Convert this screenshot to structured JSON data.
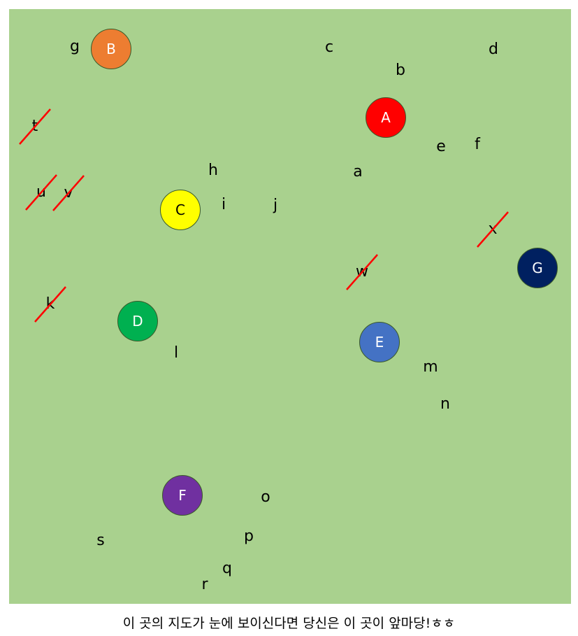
{
  "nodes": [
    {
      "key": "A",
      "label": "A",
      "color": "#ff0000",
      "dark": false
    },
    {
      "key": "B",
      "label": "B",
      "color": "#ed7d31",
      "dark": false
    },
    {
      "key": "C",
      "label": "C",
      "color": "#ffff00",
      "dark": true
    },
    {
      "key": "D",
      "label": "D",
      "color": "#00b050",
      "dark": false
    },
    {
      "key": "E",
      "label": "E",
      "color": "#4472c4",
      "dark": false
    },
    {
      "key": "F",
      "label": "F",
      "color": "#7030a0",
      "dark": false
    },
    {
      "key": "G",
      "label": "G",
      "color": "#002060",
      "dark": false
    }
  ],
  "letters": [
    {
      "key": "a",
      "text": "a",
      "crossed": false
    },
    {
      "key": "b",
      "text": "b",
      "crossed": false
    },
    {
      "key": "c",
      "text": "c",
      "crossed": false
    },
    {
      "key": "d",
      "text": "d",
      "crossed": false
    },
    {
      "key": "e",
      "text": "e",
      "crossed": false
    },
    {
      "key": "f",
      "text": "f",
      "crossed": false
    },
    {
      "key": "g",
      "text": "g",
      "crossed": false
    },
    {
      "key": "h",
      "text": "h",
      "crossed": false
    },
    {
      "key": "i",
      "text": "i",
      "crossed": false
    },
    {
      "key": "j",
      "text": "j",
      "crossed": false
    },
    {
      "key": "k",
      "text": "k",
      "crossed": true
    },
    {
      "key": "l",
      "text": "l",
      "crossed": false
    },
    {
      "key": "m",
      "text": "m",
      "crossed": false
    },
    {
      "key": "n",
      "text": "n",
      "crossed": false
    },
    {
      "key": "o",
      "text": "o",
      "crossed": false
    },
    {
      "key": "p",
      "text": "p",
      "crossed": false
    },
    {
      "key": "q",
      "text": "q",
      "crossed": false
    },
    {
      "key": "r",
      "text": "r",
      "crossed": false
    },
    {
      "key": "s",
      "text": "s",
      "crossed": false
    },
    {
      "key": "t",
      "text": "t",
      "crossed": true
    },
    {
      "key": "u",
      "text": "u",
      "crossed": true
    },
    {
      "key": "v",
      "text": "v",
      "crossed": true
    },
    {
      "key": "w",
      "text": "w",
      "crossed": true
    },
    {
      "key": "x",
      "text": "x",
      "crossed": true
    }
  ],
  "strike_color": "#ff0000",
  "map_color": "#a9d18e",
  "caption": "이 곳의 지도가 눈에 보이신다면 당신은 이 곳이 앞마당!ㅎㅎ"
}
